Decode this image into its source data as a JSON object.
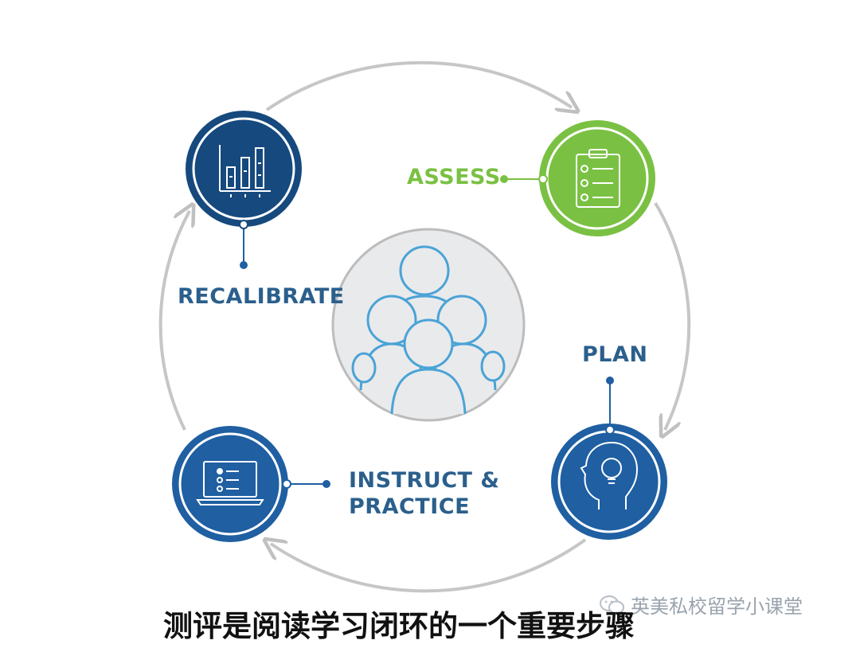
{
  "steps": {
    "assess": "ASSESS",
    "plan": "PLAN",
    "instruct_line1": "INSTRUCT &",
    "instruct_line2": "PRACTICE",
    "recalibrate": "RECALIBRATE"
  },
  "caption": "测评是阅读学习闭环的一个重要步骤",
  "watermark": "英美私校留学小课堂",
  "colors": {
    "blue": "#1f5fa2",
    "blue_dark": "#16497e",
    "green": "#7ac143",
    "text_blue": "#2b5f8c",
    "cycle_gray": "#c6c6c6",
    "center_stroke": "#4aa3d6"
  },
  "icons": {
    "assess": "clipboard-checklist-icon",
    "plan": "head-lightbulb-icon",
    "instruct": "laptop-checklist-icon",
    "recalibrate": "bar-chart-icon",
    "center": "group-people-icon"
  }
}
